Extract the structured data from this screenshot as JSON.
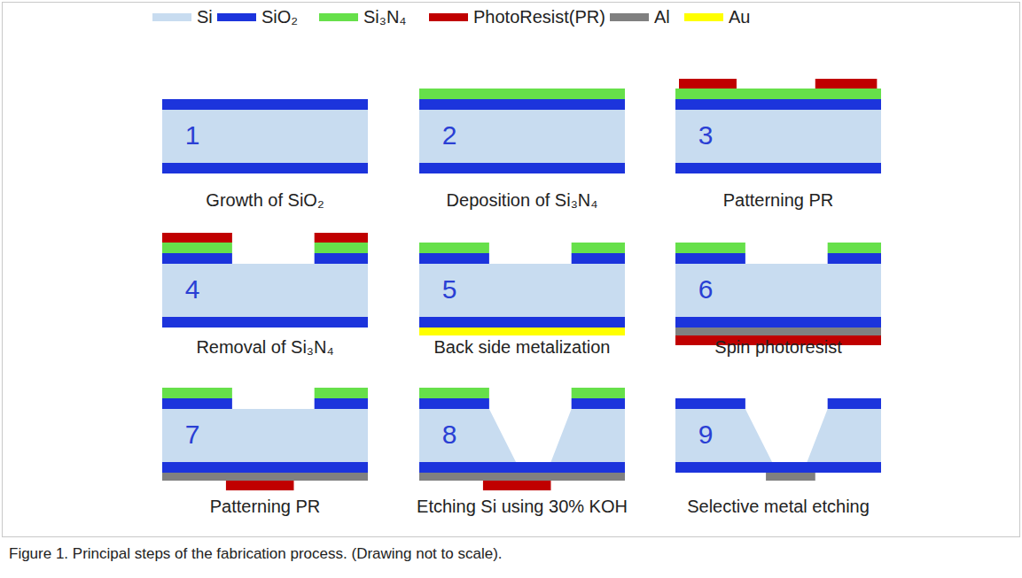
{
  "diagram": {
    "caption": "Figure 1. Principal steps of the fabrication process. (Drawing not to scale).",
    "labels": [
      "1",
      "Growth of SiO₂",
      "2",
      "Deposition of Si₃N₄",
      "3",
      "Patterning PR",
      "4",
      "Removal of Si₃N₄",
      "5",
      "Back side metalization",
      "6",
      "Spin photoresist",
      "7",
      "Patterning PR",
      "8",
      "Etching Si using 30% KOH",
      "9",
      "Selective metal etching"
    ],
    "legend": [
      {
        "text": "Si",
        "color": "#c8dcf0"
      },
      {
        "text": "SiO₂",
        "color": "#1c34dc"
      },
      {
        "text": "Si₃N₄",
        "color": "#66e04a"
      },
      {
        "text": "PhotoResist(PR)",
        "color": "#c00000"
      },
      {
        "text": "Al",
        "color": "#808080"
      },
      {
        "text": "Au",
        "color": "#ffff00"
      }
    ]
  }
}
